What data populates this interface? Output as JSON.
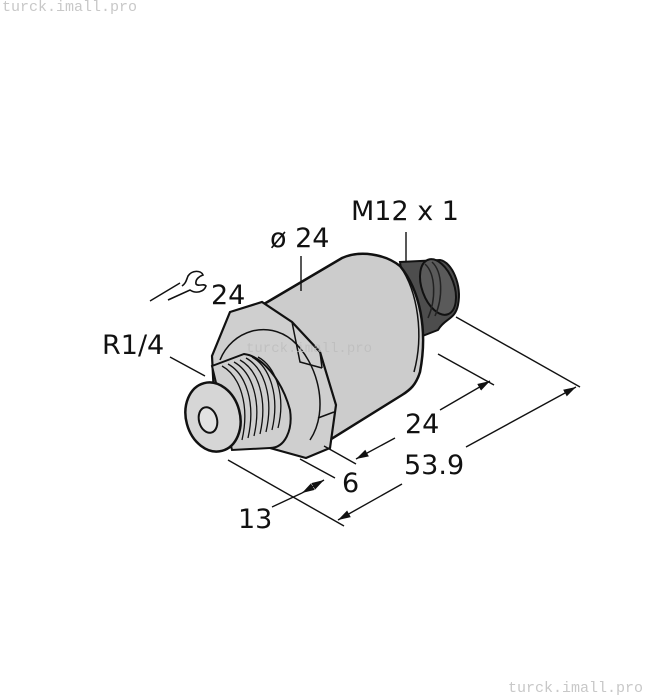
{
  "watermarks": {
    "top_left": "turck.imall.pro",
    "center": "turck.imall.pro",
    "bottom_right": "turck.imall.pro"
  },
  "drawing": {
    "subject": "pressure sensor dimensional drawing",
    "labels": {
      "connector_thread": "M12 x 1",
      "body_diameter": "ø 24",
      "wrench_size": "24",
      "process_thread": "R1/4",
      "body_length": "24",
      "hex_length": "6",
      "thread_length": "13",
      "total_length": "53.9"
    },
    "icons": [
      "wrench-icon",
      "dimension-arrow"
    ],
    "colors": {
      "body": "#cccccc",
      "connector": "#555555",
      "outline": "#111111",
      "background": "#ffffff"
    }
  }
}
